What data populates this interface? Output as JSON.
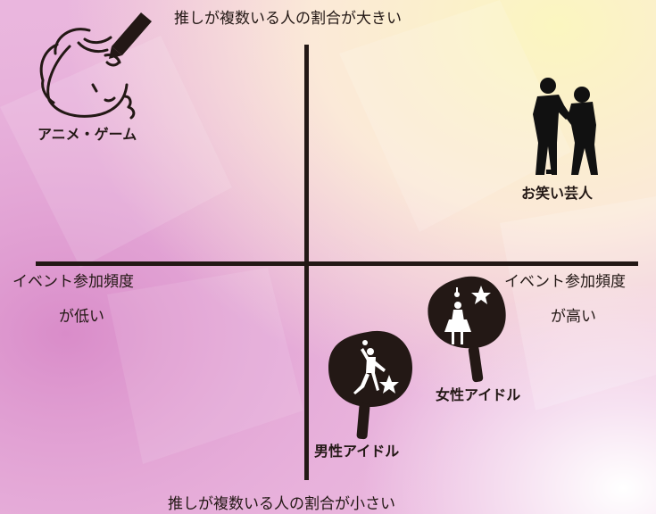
{
  "axes": {
    "top": "推しが複数いる人の割合が大きい",
    "bottom": "推しが複数いる人の割合が小さい",
    "left_line1": "イベント参加頻度",
    "left_line2": "が低い",
    "right_line1": "イベント参加頻度",
    "right_line2": "が高い"
  },
  "categories": {
    "anime": "アニメ・ゲーム",
    "comedian": "お笑い芸人",
    "female_idol": "女性アイドル",
    "male_idol": "男性アイドル"
  },
  "icons": [
    "anime-girl-icon",
    "comedian-duo-icon",
    "female-idol-uchiwa-icon",
    "male-idol-uchiwa-icon"
  ],
  "colors": {
    "ink": "#231815",
    "bg_pink": "#e7a8d4",
    "bg_yellow": "#fbf3b6"
  }
}
